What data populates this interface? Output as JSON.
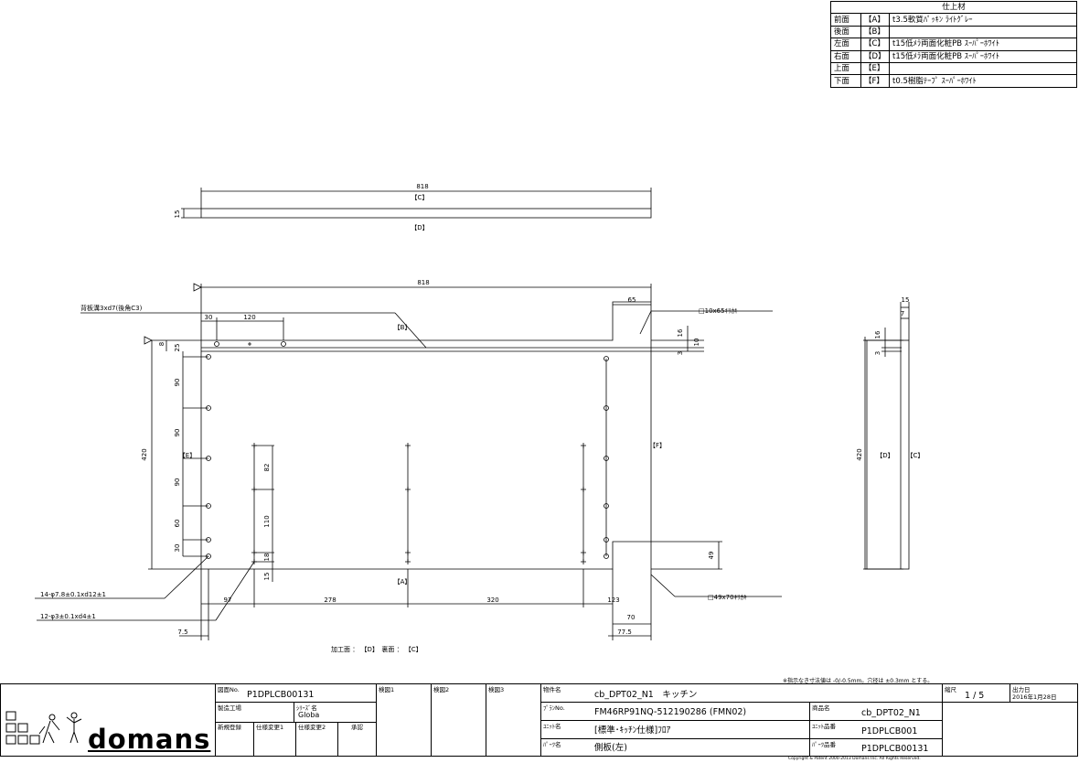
{
  "finish_table": {
    "title": "仕上材",
    "rows": [
      {
        "face": "前面",
        "code": "【A】",
        "material": "t3.5軟質ﾊﾟｯｷﾝ ﾗｲﾄｸﾞﾚｰ"
      },
      {
        "face": "後面",
        "code": "【B】",
        "material": ""
      },
      {
        "face": "左面",
        "code": "【C】",
        "material": "t15低ﾒﾗ両面化粧PB ｽｰﾊﾟｰﾎﾜｲﾄ"
      },
      {
        "face": "右面",
        "code": "【D】",
        "material": "t15低ﾒﾗ両面化粧PB ｽｰﾊﾟｰﾎﾜｲﾄ"
      },
      {
        "face": "上面",
        "code": "【E】",
        "material": ""
      },
      {
        "face": "下面",
        "code": "【F】",
        "material": "t0.5樹脂ﾃｰﾌﾟ ｽｰﾊﾟｰﾎﾜｲﾄ"
      }
    ]
  },
  "top_view": {
    "width": "818",
    "thickness": "15",
    "top_label": "【C】",
    "bottom_label": "【D】"
  },
  "main_view": {
    "width": "818",
    "height": "420",
    "groove_note": "背板溝3xd7(後角C3)",
    "groove_dims": {
      "a": "30",
      "b": "120",
      "c": "8",
      "d": "25"
    },
    "notch_top": {
      "label": "□10x65ｷﾘｶｷ",
      "w": "65",
      "h": "16",
      "e": "10",
      "f": "3"
    },
    "notch_bottom": {
      "label": "□49x70ｷﾘｶｷ",
      "h": "49",
      "w": "70",
      "total": "77.5",
      "offset": "123"
    },
    "face_labels": {
      "back": "【B】",
      "left": "【E】",
      "right": "【F】",
      "front": "【A】"
    },
    "left_vertical": [
      "90",
      "90",
      "90",
      "60",
      "30"
    ],
    "inner_vertical": [
      "82",
      "110",
      "18"
    ],
    "bottom_dims": [
      "97",
      "278",
      "320"
    ],
    "bottom_small": "15",
    "edge_offset": "7.5",
    "hole_notes": [
      "14-φ7.8±0.1xd12±1",
      "12-φ3±0.1xd4±1"
    ],
    "machining_note": "加工面 ： 【D】　裏面 ： 【C】"
  },
  "side_view": {
    "height": "420",
    "top_w": "15",
    "small": "7",
    "d1": "16",
    "d2": "3",
    "left_label": "【D】",
    "right_label": "【C】"
  },
  "tolerance_note": "※指示なき寸法値は -0/-0.5mm。穴径は ±0.3mm とする。",
  "title_block": {
    "logo": "domans",
    "drawing_no_label": "図面No.",
    "drawing_no": "P1DPLCB00131",
    "factory_label": "製造工場",
    "series_label": "ｼﾘｰｽﾞ名",
    "series": "Globa",
    "new_label": "新規登録",
    "change1_label": "仕様変更1",
    "change2_label": "仕様変更2",
    "approval_label": "承認",
    "check1_label": "検図1",
    "check2_label": "検図2",
    "check3_label": "検図3",
    "property_label": "物件名",
    "property": "cb_DPT02_N1　キッチン",
    "plan_label": "ﾌﾟﾗﾝNo.",
    "plan": "FM46RP91NQ-512190286 (FMN02)",
    "unit_label": "ﾕﾆｯﾄ名",
    "unit": "[標準･ｷｯﾁﾝ仕様]ﾌﾛｱ",
    "part_label": "ﾊﾟｰﾂ名",
    "part": "側板(左)",
    "product_label": "商品名",
    "product": "cb_DPT02_N1",
    "unit_no_label": "ﾕﾆｯﾄ品番",
    "unit_no": "P1DPLCB001",
    "part_no_label": "ﾊﾟｰﾂ品番",
    "part_no": "P1DPLCB00131",
    "scale_label": "縮尺",
    "scale": "1 / 5",
    "date_label": "出力日",
    "date": "2016年1月28日",
    "copyright": "Copyright & Patent 2000-2013 Domans Inc. All Rights Reserved."
  }
}
